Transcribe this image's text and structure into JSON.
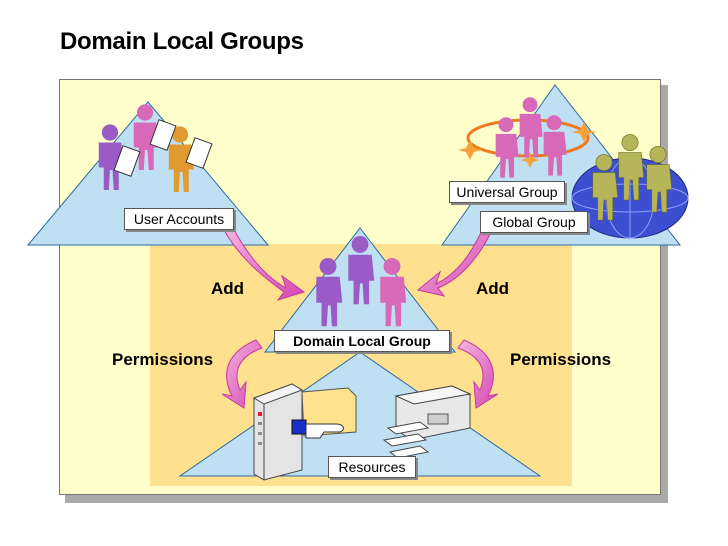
{
  "title": "Domain Local Groups",
  "labels": {
    "user_accounts": "User Accounts",
    "universal_group": "Universal Group",
    "global_group": "Global Group",
    "domain_local_group": "Domain Local Group",
    "resources": "Resources"
  },
  "actions": {
    "add_left": "Add",
    "add_right": "Add",
    "permissions_left": "Permissions",
    "permissions_right": "Permissions"
  },
  "colors": {
    "frame_bg": "#ffffcc",
    "inner_band": "#ffe08f",
    "triangle_fill": "#bfe0f2",
    "triangle_stroke": "#2c6aa0",
    "arrow": "#e05fc0",
    "person_purple": "#9a5bc7",
    "person_pink": "#d868b8",
    "person_orange": "#e09a30",
    "person_olive": "#b6b55a",
    "globe": "#3b4fd0",
    "ring": "#ee7a20"
  },
  "icons": [
    "person-icon",
    "document-icon",
    "globe-icon",
    "server-icon",
    "printer-icon",
    "folder-icon",
    "hand-icon"
  ]
}
